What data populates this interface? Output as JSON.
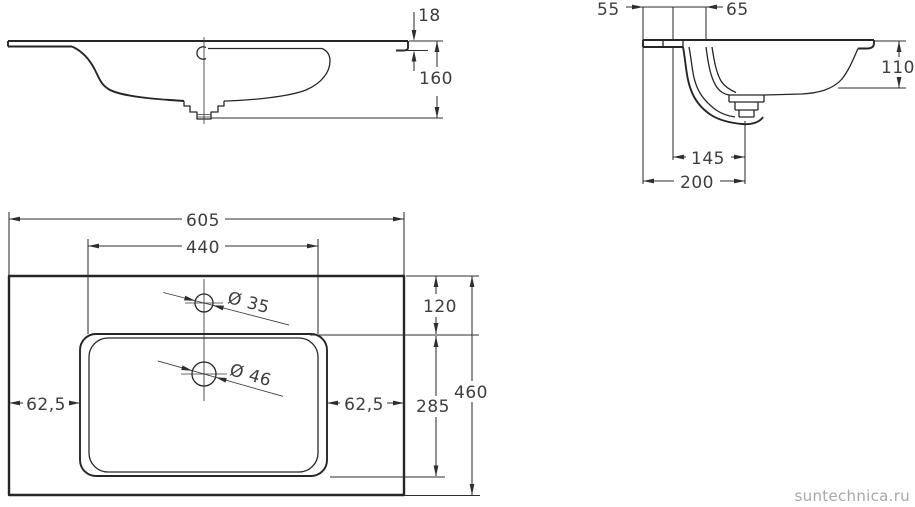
{
  "drawing": {
    "type": "washbasin technical drawing, three orthographic section views",
    "units": "mm",
    "views": {
      "front_section": {
        "dims": {
          "rim_thickness": "18",
          "total_height": "160"
        }
      },
      "side_section": {
        "dims": {
          "edge_offset": "55",
          "overflow_offset": "65",
          "bowl_depth": "110",
          "drain_offset_inner": "145",
          "drain_offset_edge": "200"
        }
      },
      "plan": {
        "dims": {
          "total_width": "605",
          "basin_width": "440",
          "faucet_hole_dia": "Ø 35",
          "drain_hole_dia": "Ø 46",
          "margin_left": "62,5",
          "margin_right": "62,5",
          "front_to_basin": "120",
          "basin_length": "285",
          "total_depth": "460"
        }
      }
    },
    "colors": {
      "line": "#262626",
      "dim_text": "#3d3d3d",
      "watermark": "#a8a8a8",
      "background": "#ffffff"
    }
  },
  "watermark": {
    "text": "suntechnica.ru"
  }
}
